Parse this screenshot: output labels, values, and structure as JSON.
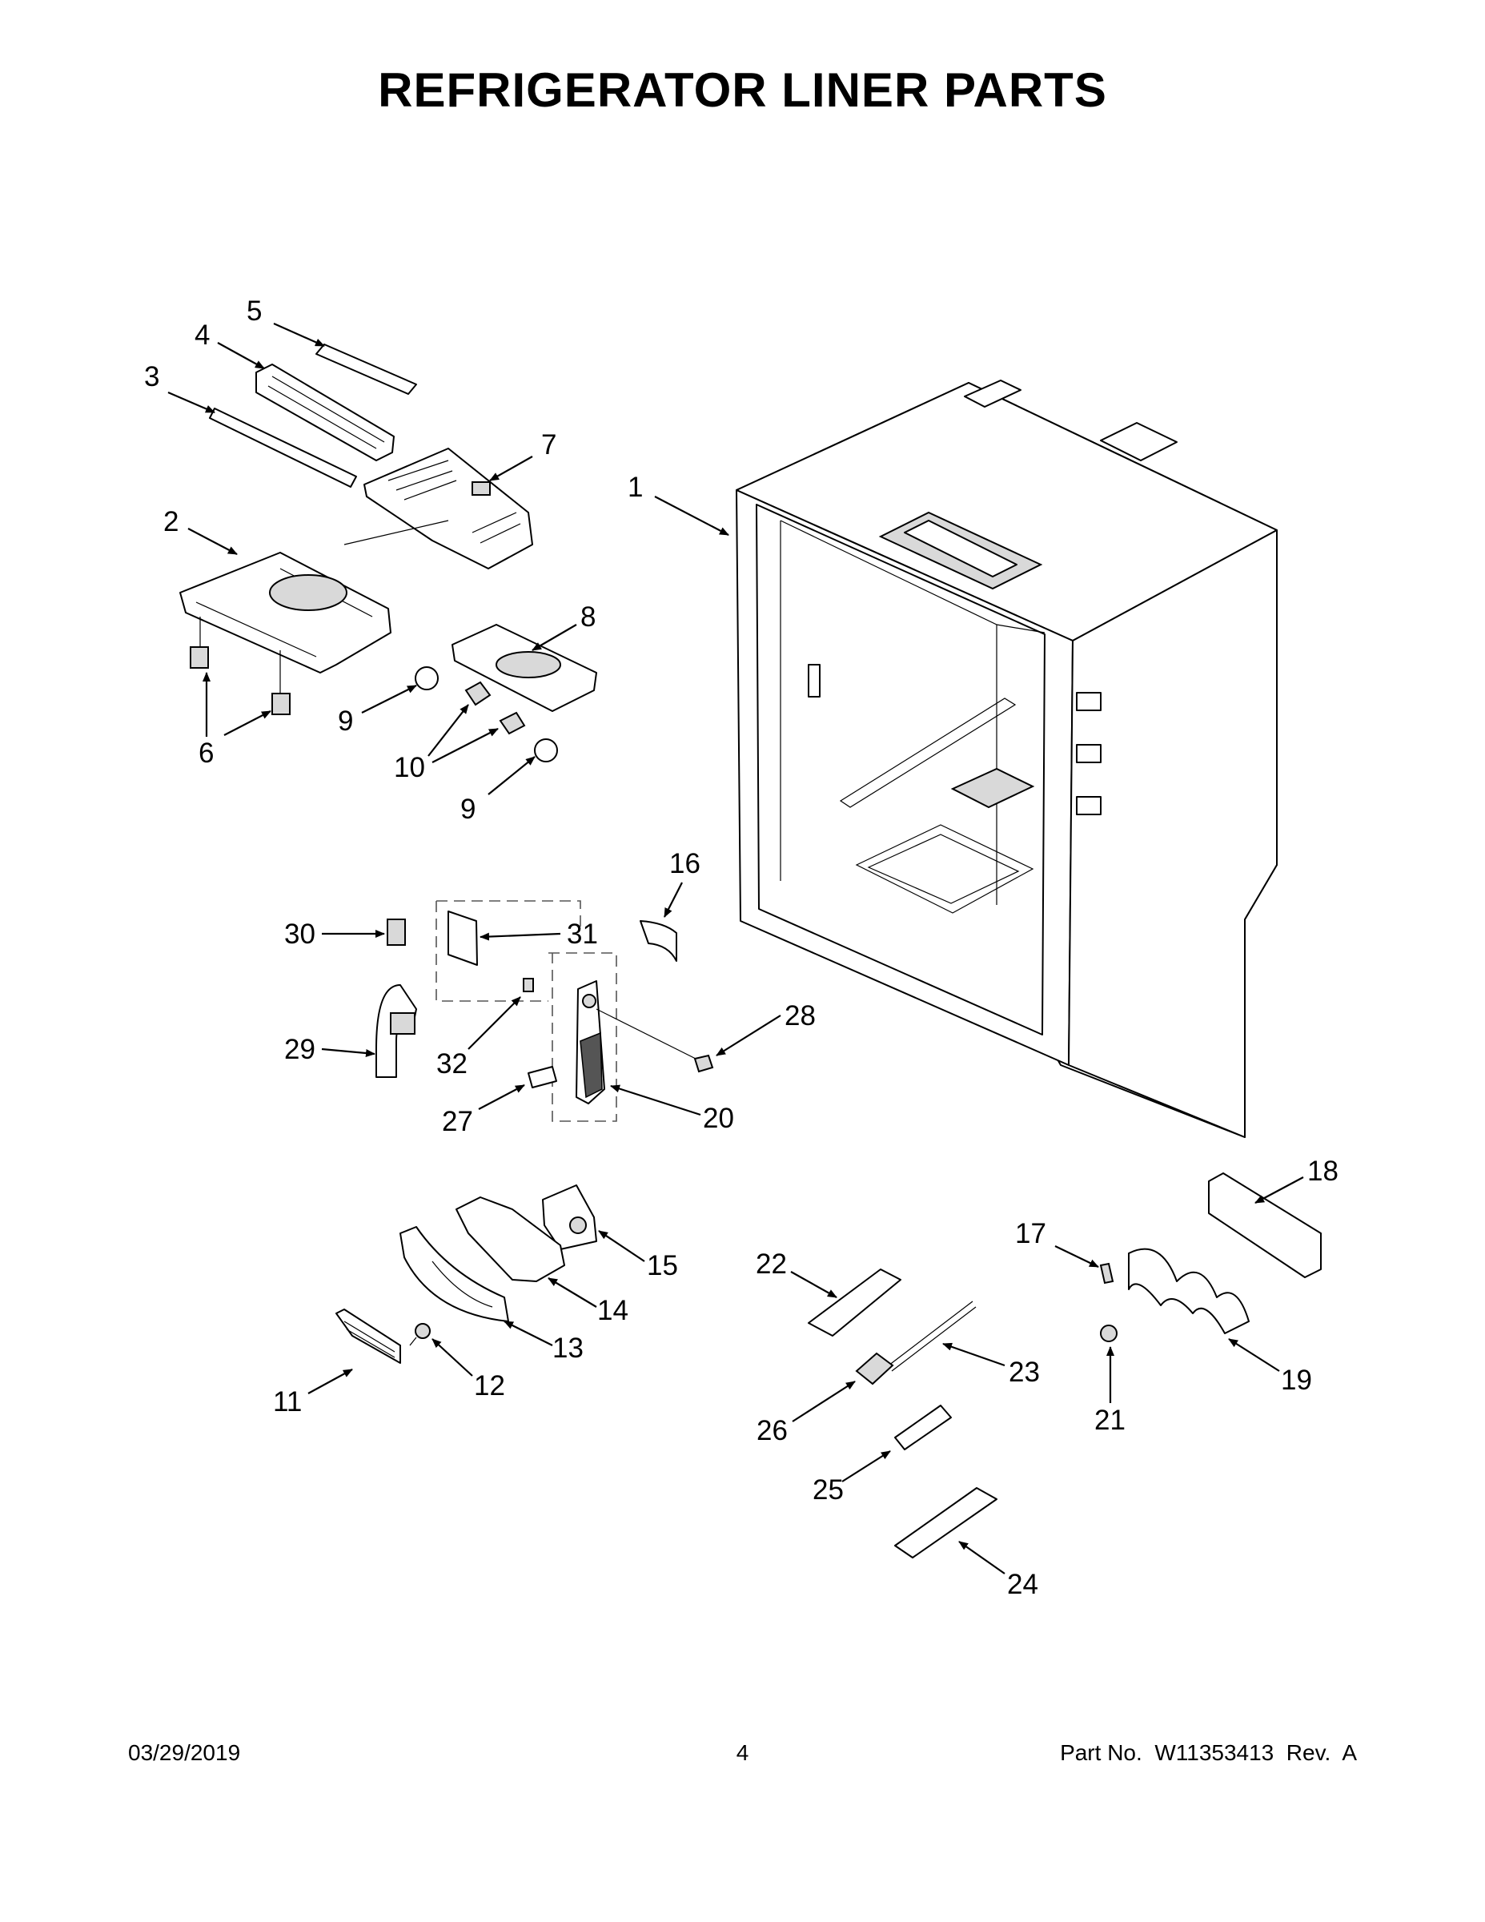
{
  "page": {
    "title": "REFRIGERATOR LINER PARTS"
  },
  "callouts": [
    {
      "id": "c1",
      "label": "1"
    },
    {
      "id": "c2",
      "label": "2"
    },
    {
      "id": "c3",
      "label": "3"
    },
    {
      "id": "c4",
      "label": "4"
    },
    {
      "id": "c5",
      "label": "5"
    },
    {
      "id": "c6",
      "label": "6"
    },
    {
      "id": "c7",
      "label": "7"
    },
    {
      "id": "c8",
      "label": "8"
    },
    {
      "id": "c9a",
      "label": "9"
    },
    {
      "id": "c9b",
      "label": "9"
    },
    {
      "id": "c10",
      "label": "10"
    },
    {
      "id": "c11",
      "label": "11"
    },
    {
      "id": "c12",
      "label": "12"
    },
    {
      "id": "c13",
      "label": "13"
    },
    {
      "id": "c14",
      "label": "14"
    },
    {
      "id": "c15",
      "label": "15"
    },
    {
      "id": "c16",
      "label": "16"
    },
    {
      "id": "c17",
      "label": "17"
    },
    {
      "id": "c18",
      "label": "18"
    },
    {
      "id": "c19",
      "label": "19"
    },
    {
      "id": "c20",
      "label": "20"
    },
    {
      "id": "c21",
      "label": "21"
    },
    {
      "id": "c22",
      "label": "22"
    },
    {
      "id": "c23",
      "label": "23"
    },
    {
      "id": "c24",
      "label": "24"
    },
    {
      "id": "c25",
      "label": "25"
    },
    {
      "id": "c26",
      "label": "26"
    },
    {
      "id": "c27",
      "label": "27"
    },
    {
      "id": "c28",
      "label": "28"
    },
    {
      "id": "c29",
      "label": "29"
    },
    {
      "id": "c30",
      "label": "30"
    },
    {
      "id": "c31",
      "label": "31"
    },
    {
      "id": "c32",
      "label": "32"
    }
  ],
  "footer": {
    "date": "03/29/2019",
    "page_number": "4",
    "part_number": "Part No.  W11353413  Rev.  A"
  }
}
